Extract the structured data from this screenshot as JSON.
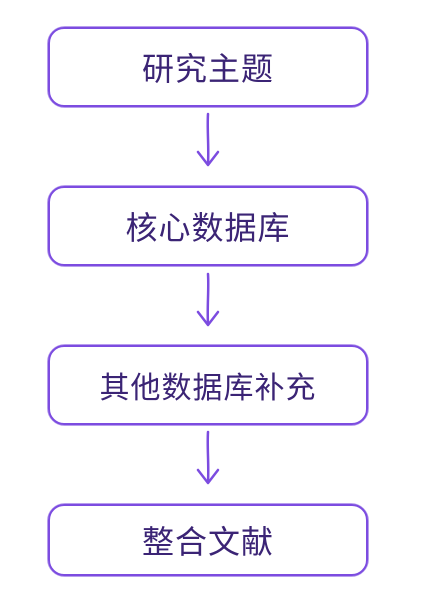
{
  "diagram": {
    "nodes": [
      {
        "id": "topic",
        "label": "研究主题"
      },
      {
        "id": "core_db",
        "label": "核心数据库"
      },
      {
        "id": "other_db",
        "label": "其他数据库补充"
      },
      {
        "id": "integrate",
        "label": "整合文献"
      }
    ],
    "edges": [
      {
        "from": "topic",
        "to": "core_db"
      },
      {
        "from": "core_db",
        "to": "other_db"
      },
      {
        "from": "other_db",
        "to": "integrate"
      }
    ],
    "colors": {
      "stroke": "#7c4ce0",
      "text": "#3b2475",
      "background": "#ffffff"
    }
  }
}
